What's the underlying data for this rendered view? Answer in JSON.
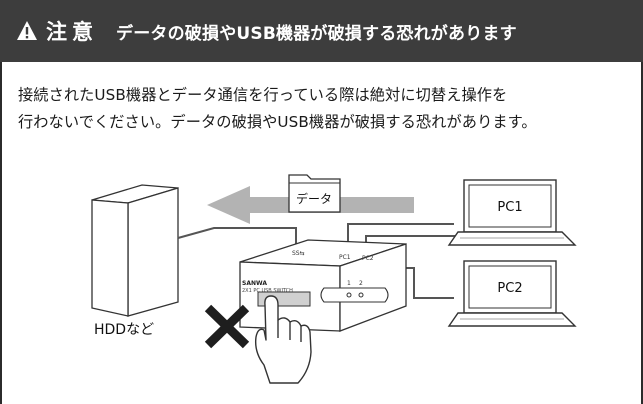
{
  "notice": {
    "label": "注意",
    "title": "データの破損やUSB機器が破損する恐れがあります",
    "body_line1": "接続されたUSB機器とデータ通信を行っている際は絶対に切替え操作を",
    "body_line2": "行わないでください。データの破損やUSB機器が破損する恐れがあります。"
  },
  "illustration": {
    "data_tag": "データ",
    "hdd_caption": "HDDなど",
    "pc1_label": "PC1",
    "pc2_label": "PC2",
    "switch_brand": "SANWA",
    "switch_model": "2X1 PC USB SWITCH",
    "port_usb": "SS⇆",
    "port_pc1": "PC1",
    "port_pc2": "PC2",
    "button_1": "1",
    "button_2": "2"
  },
  "colors": {
    "header_bg": "#3d3d3d",
    "arrow_gray": "#b0b0b0",
    "border": "#2b2b2b"
  },
  "icons": [
    "warning-icon",
    "hdd-icon",
    "laptop-icon",
    "usb-switch-icon",
    "cross-icon",
    "hand-icon",
    "data-folder-icon"
  ]
}
